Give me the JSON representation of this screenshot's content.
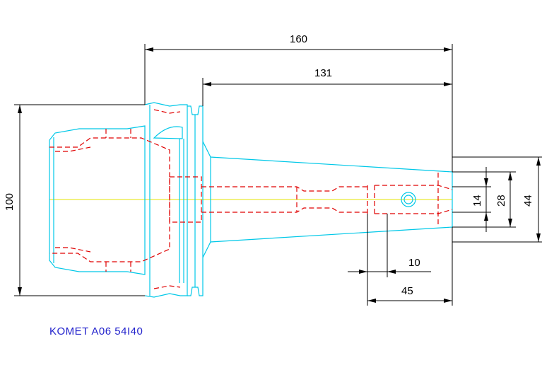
{
  "dimensions": {
    "overall_length": "160",
    "shank_length": "131",
    "height": "100",
    "d14": "14",
    "d28": "28",
    "d44": "44",
    "w10": "10",
    "w45": "45"
  },
  "caption": "KOMET A06 54I40",
  "colors": {
    "outline": "#00c8e8",
    "hidden": "#e00000",
    "centerline": "#e6e600",
    "dimension": "#000000",
    "caption": "#2222cc"
  }
}
